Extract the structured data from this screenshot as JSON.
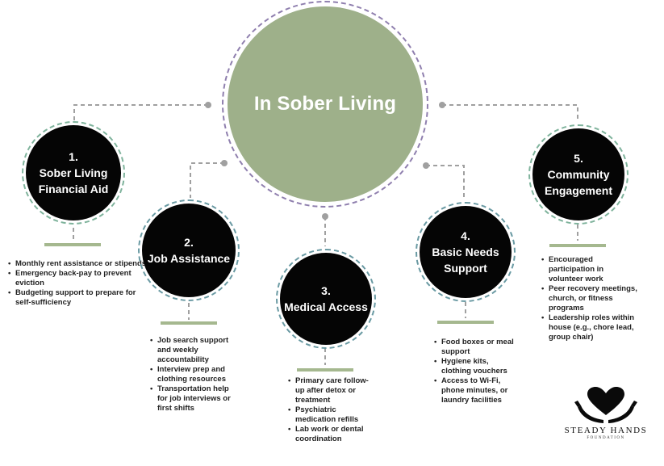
{
  "hub": {
    "title": "In Sober Living"
  },
  "nodes": [
    {
      "number": "1.",
      "label_lines": [
        "Sober Living",
        "Financial Aid"
      ],
      "bullets": [
        "Monthly rent assistance or stipends",
        "Emergency back-pay to prevent eviction",
        "Budgeting support to prepare for self-sufficiency"
      ]
    },
    {
      "number": "2.",
      "label_lines": [
        "Job Assistance"
      ],
      "bullets": [
        "Job search support and weekly accountability",
        "Interview prep and clothing resources",
        "Transportation help for job interviews or first shifts"
      ]
    },
    {
      "number": "3.",
      "label_lines": [
        "Medical Access"
      ],
      "bullets": [
        "Primary care follow-up after detox or treatment",
        "Psychiatric medication refills",
        "Lab work or dental coordination"
      ]
    },
    {
      "number": "4.",
      "label_lines": [
        "Basic Needs",
        "Support"
      ],
      "bullets": [
        "Food boxes or meal support",
        "Hygiene kits, clothing vouchers",
        "Access to Wi-Fi, phone minutes, or laundry facilities"
      ]
    },
    {
      "number": "5.",
      "label_lines": [
        "Community",
        "Engagement"
      ],
      "bullets": [
        "Encouraged participation in volunteer work",
        "Peer recovery meetings, church, or fitness programs",
        "Leadership roles within house (e.g., chore lead, group chair)"
      ]
    }
  ],
  "logo": {
    "name": "STEADY HANDS",
    "subtitle": "FOUNDATION",
    "icon": "heart-hands-icon"
  },
  "colors": {
    "hub": "#9eb08a",
    "node": "#050505",
    "bar": "#a5b88f",
    "connector": "#a0a0a0"
  }
}
